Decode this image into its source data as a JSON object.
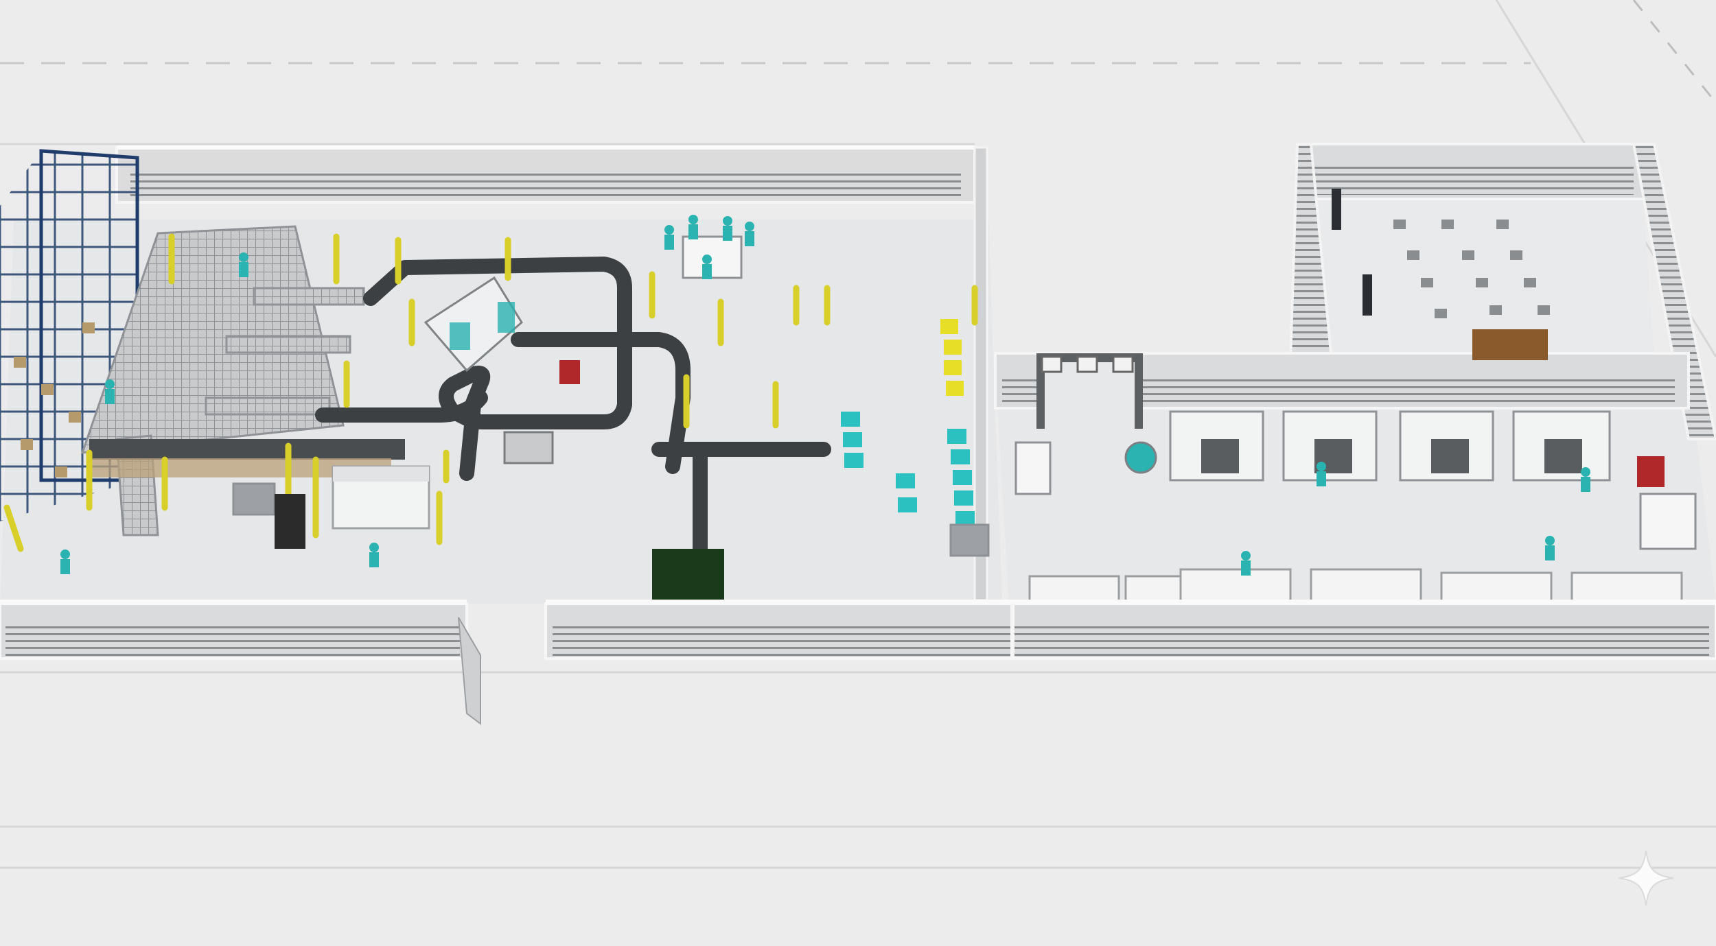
{
  "scene": {
    "kind": "3d-factory-layout",
    "palette": {
      "floor": "#e9e9e9",
      "outer_floor": "#ececec",
      "wall": "#d9dadb",
      "wall_slat": "#8a8d90",
      "rail": "#f4f4f4",
      "conveyor": "#3c4043",
      "worker": "#2bb3b1",
      "robot_body": "#eef0f1",
      "safety_post": "#d8cf2a",
      "rack_frame": "#1f3c6b",
      "accent_red": "#b0282a",
      "bin_green": "#1b3a1b"
    },
    "areas": [
      "warehouse-racks",
      "assembly-line",
      "machining-zone",
      "break-room"
    ],
    "icons": [
      "sparkle-icon"
    ]
  }
}
